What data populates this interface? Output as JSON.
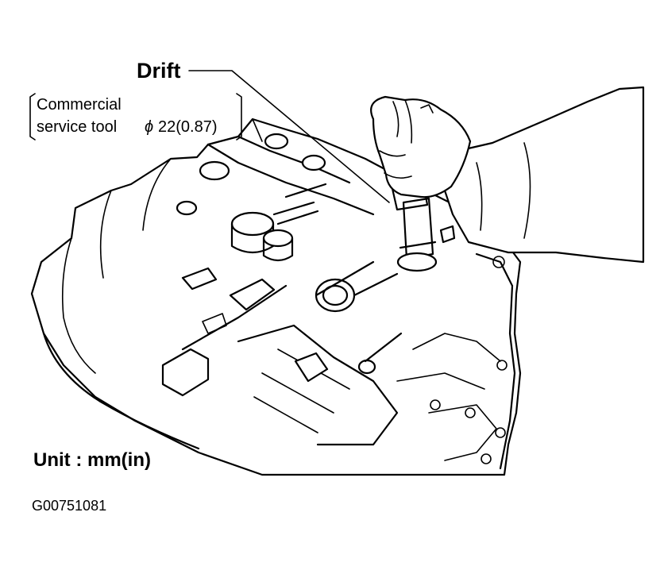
{
  "labels": {
    "drift": "Drift",
    "commercial_line1": "Commercial",
    "commercial_line2": "service tool",
    "phi": "ϕ",
    "size": "22(0.87)",
    "unit": "Unit : mm(in)",
    "figure_id": "G00751081"
  },
  "icons": {
    "hand": "hand-holding-drift-icon",
    "housing": "transmission-case-illustration"
  }
}
